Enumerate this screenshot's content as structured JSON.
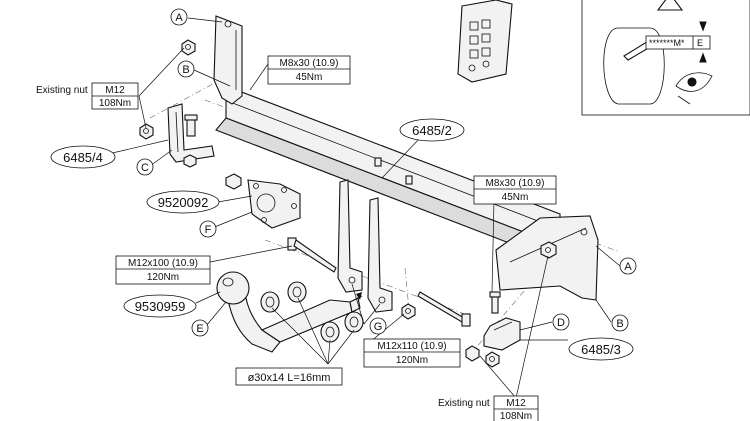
{
  "letters": {
    "a_top": "A",
    "b_top": "B",
    "c": "C",
    "f": "F",
    "e": "E",
    "g": "G",
    "d": "D",
    "a_right": "A",
    "b_right": "B"
  },
  "part_numbers": {
    "beam": "6485/2",
    "left_bracket": "6485/4",
    "socket_plate": "9520092",
    "ball": "9530959",
    "right_bracket": "6485/3"
  },
  "specs": {
    "bolt_top": {
      "size": "M8x30 (10.9)",
      "torque": "45Nm"
    },
    "bolt_right": {
      "size": "M8x30 (10.9)",
      "torque": "45Nm"
    },
    "bolt_f": {
      "size": "M12x100 (10.9)",
      "torque": "120Nm"
    },
    "bolt_g": {
      "size": "M12x110 (10.9)",
      "torque": "120Nm"
    },
    "nut_left": {
      "label": "Existing nut",
      "size": "M12",
      "torque": "108Nm"
    },
    "nut_right": {
      "label": "Existing nut",
      "size": "M12",
      "torque": "108Nm"
    },
    "spacer": "ø30x14 L=16mm"
  },
  "warning_sticker": {
    "marking": "*******M*",
    "letter": "E"
  }
}
